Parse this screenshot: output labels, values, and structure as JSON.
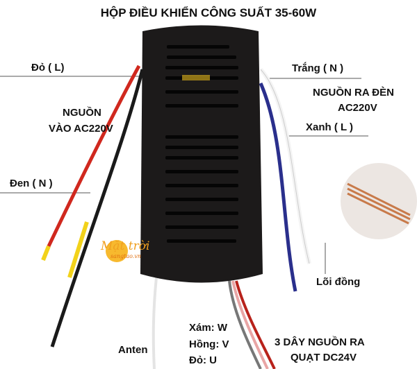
{
  "title": "HỘP ĐIỀU KHIỂN CÔNG SUẤT 35-60W",
  "labels": {
    "red_in": "Đỏ ( L)",
    "input_1": "NGUỒN",
    "input_2": "VÀO AC220V",
    "black_in": "Đen ( N )",
    "white_out": "Trắng ( N )",
    "lamp_out_1": "NGUỒN RA ĐÈN",
    "lamp_out_2": "AC220V",
    "blue_out": "Xanh ( L )",
    "copper": "Lõi đồng",
    "antenna": "Anten",
    "grey": "Xám: W",
    "pink": "Hồng: V",
    "red_u": "Đỏ: U",
    "fan_out_1": "3 DÂY NGUỒN RA",
    "fan_out_2": "QUẠT DC24V"
  },
  "logo": {
    "name": "Mặt trời",
    "sub": "sangtao.vn"
  },
  "colors": {
    "device": "#1c1a1a",
    "red": "#d0281e",
    "blue": "#2a2f8c",
    "yellow": "#f2d21a"
  }
}
